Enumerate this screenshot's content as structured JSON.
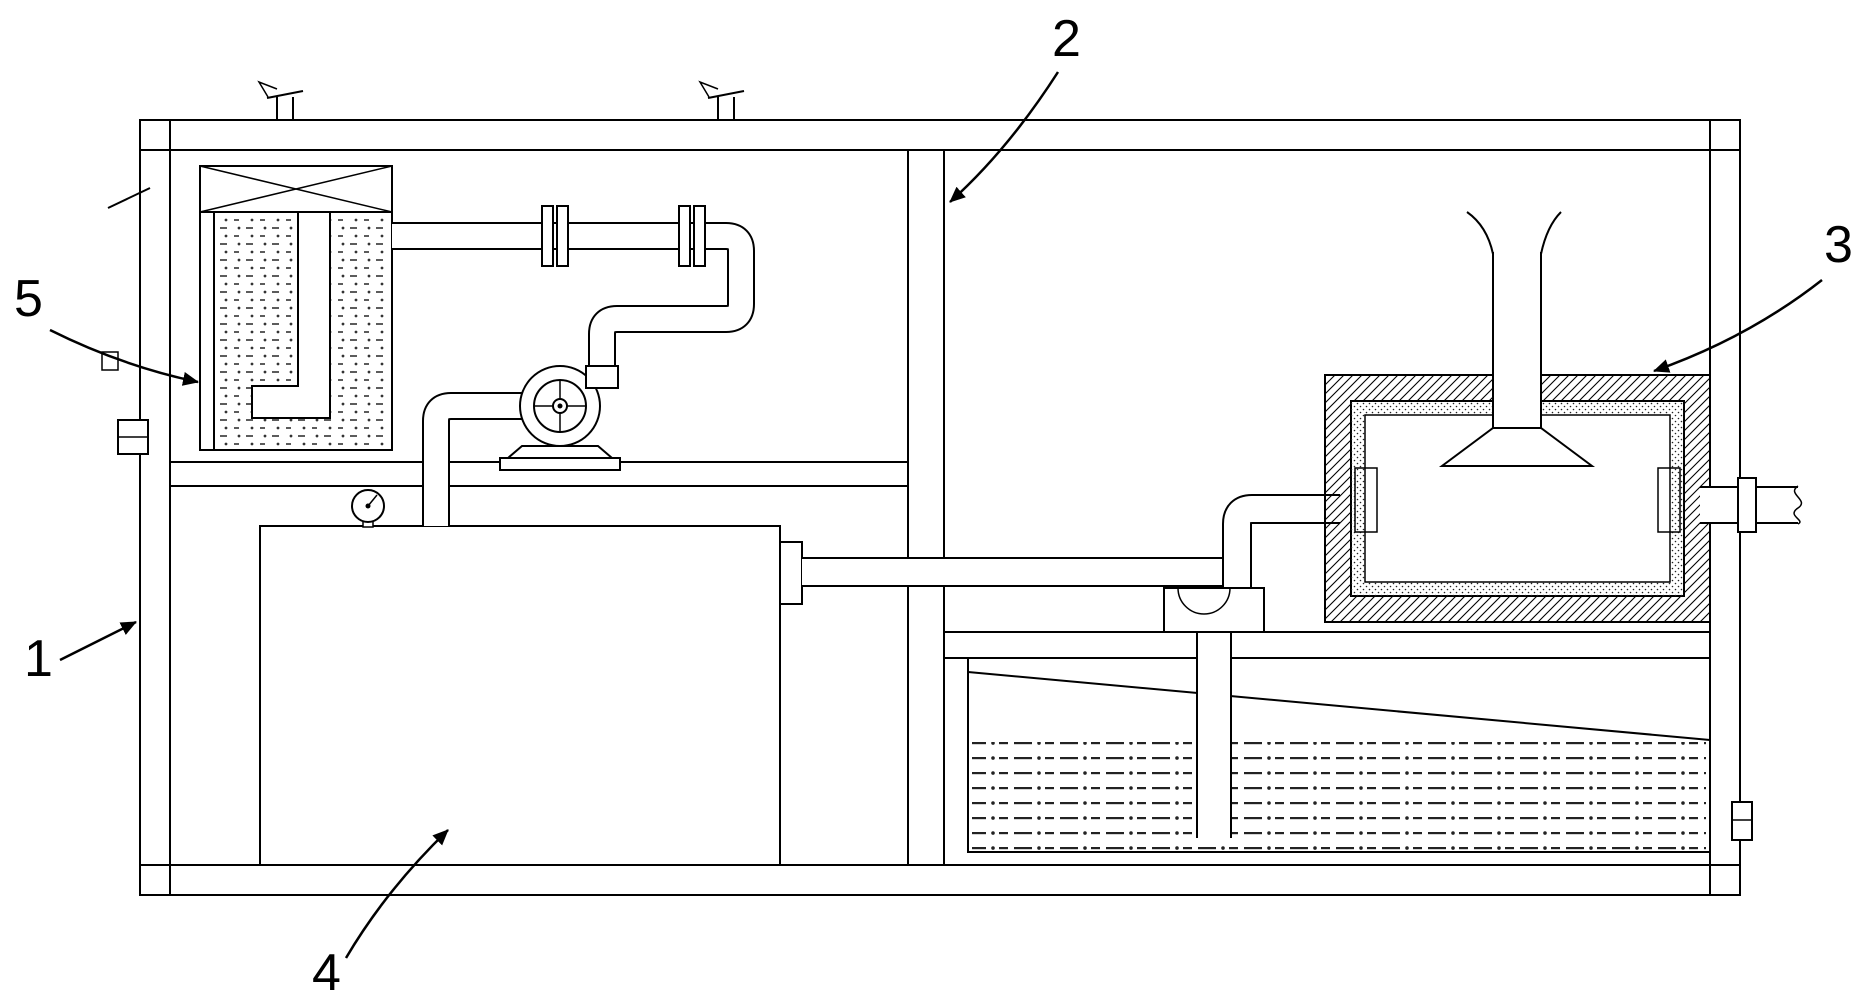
{
  "figure": {
    "background": "#ffffff",
    "line_color": "#000000",
    "callouts": [
      {
        "ref": "1"
      },
      {
        "ref": "2"
      },
      {
        "ref": "3"
      },
      {
        "ref": "4"
      },
      {
        "ref": "5"
      }
    ]
  }
}
